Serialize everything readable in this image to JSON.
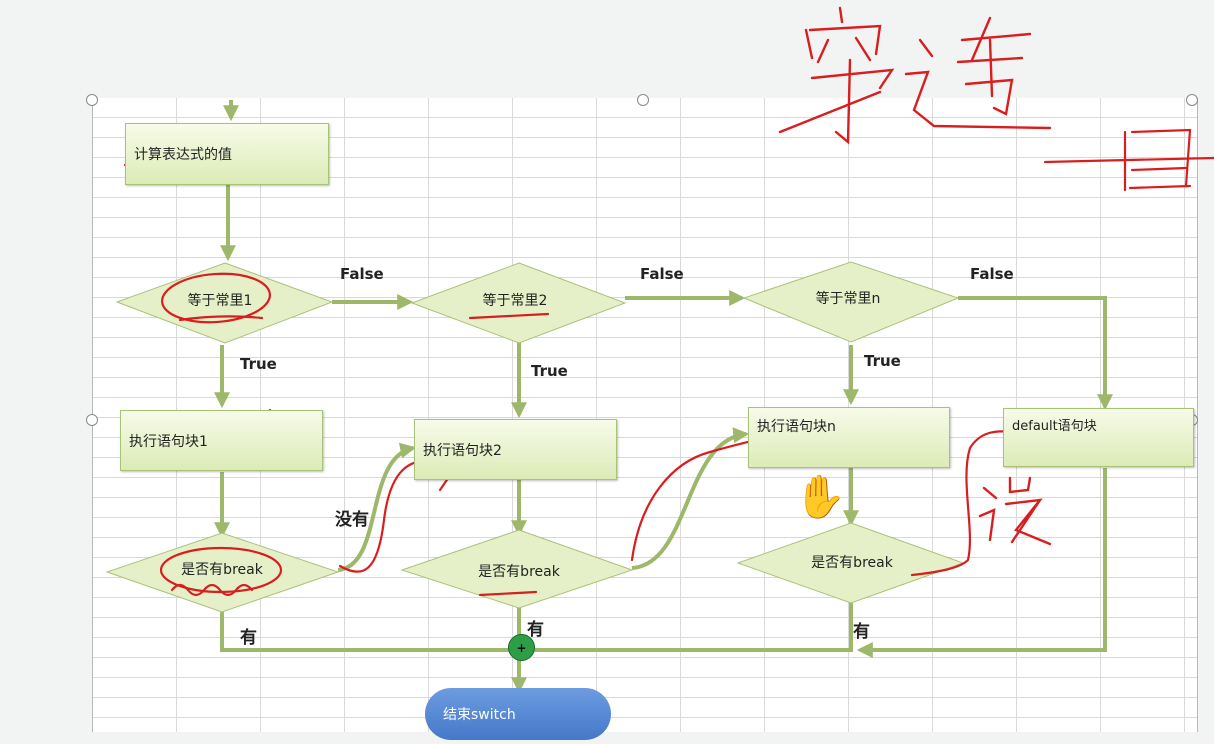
{
  "diagram": {
    "process": {
      "compute": "计算表达式的值",
      "block1": "执行语句块1",
      "block2": "执行语句块2",
      "blockn": "执行语句块n",
      "default": "default语句块"
    },
    "decisions": {
      "eq1": "等于常里1",
      "eq2": "等于常里2",
      "eqn": "等于常里n",
      "break1": "是否有break",
      "break2": "是否有break",
      "breakn": "是否有break"
    },
    "edges": {
      "false_1": "False",
      "false_2": "False",
      "false_3": "False",
      "true_1": "True",
      "true_2": "True",
      "true_3": "True",
      "none_1": "没有",
      "yes_1": "有",
      "yes_2": "有",
      "yes_3": "有"
    },
    "end": "结束switch",
    "merge_symbol": "+"
  },
  "annotations": {
    "heading": "穿透",
    "side_mark": "没"
  },
  "colors": {
    "connector": "#9db86a",
    "shape_border": "#a9c27a",
    "ink": "#d81e1e",
    "end_fill": "#4f85d6",
    "merge_dot": "#2e9e46"
  },
  "icons": [
    "hand-cursor-icon"
  ]
}
